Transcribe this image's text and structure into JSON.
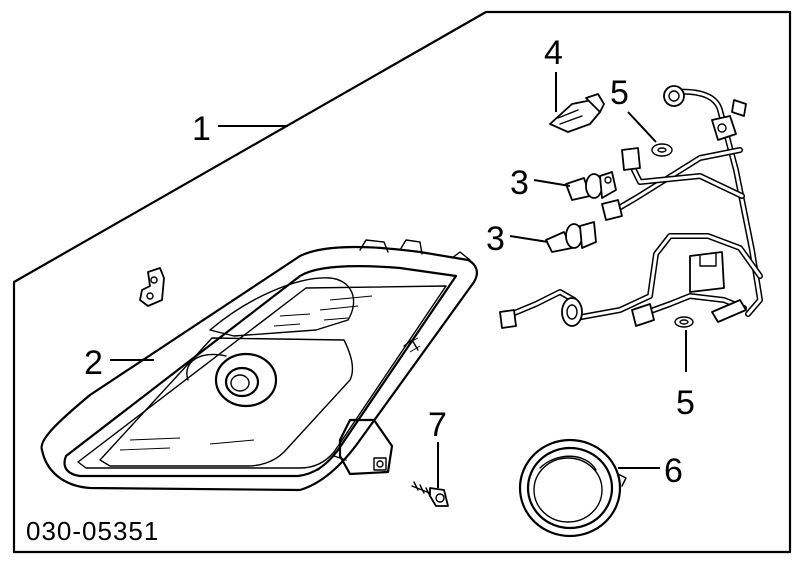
{
  "diagram": {
    "code": "030-05351",
    "callouts": [
      {
        "id": "1",
        "label": "1"
      },
      {
        "id": "2",
        "label": "2"
      },
      {
        "id": "3a",
        "label": "3"
      },
      {
        "id": "3b",
        "label": "3"
      },
      {
        "id": "4",
        "label": "4"
      },
      {
        "id": "5a",
        "label": "5"
      },
      {
        "id": "5b",
        "label": "5"
      },
      {
        "id": "6",
        "label": "6"
      },
      {
        "id": "7",
        "label": "7"
      }
    ]
  }
}
